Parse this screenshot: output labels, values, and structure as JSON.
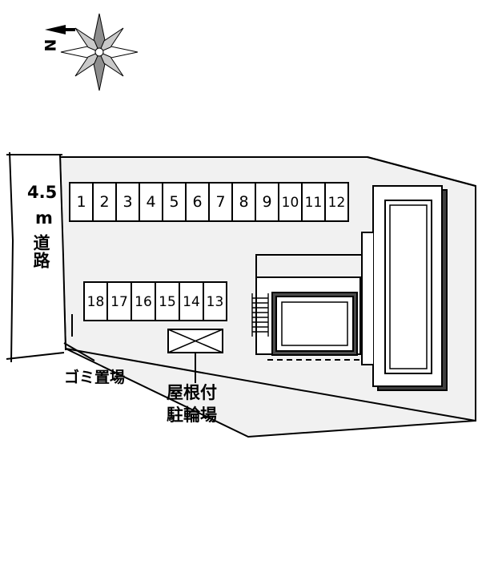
{
  "diagram": {
    "type": "property-site-plan",
    "title": "",
    "compass": {
      "name": "north-arrow",
      "label": "N",
      "rotation_deg": -90
    },
    "labels": {
      "road_width": "4.5",
      "road_unit": "m",
      "road_name": "道路",
      "trash_area": "ゴミ置場",
      "bike_parking_line1": "屋根付",
      "bike_parking_line2": "駐輪場"
    },
    "parking": {
      "top_row_label": "parking-row-top",
      "top_row": [
        "1",
        "2",
        "3",
        "4",
        "5",
        "6",
        "7",
        "8",
        "9",
        "10",
        "11",
        "12"
      ],
      "bottom_row_label": "parking-row-bottom",
      "bottom_row": [
        "18",
        "17",
        "16",
        "15",
        "14",
        "13"
      ]
    },
    "colors": {
      "ink": "#000000",
      "lot_fill": "#f0f0f0",
      "building_fill": "#ffffff",
      "building_inner_fill": "#ffffff",
      "shadow_fill": "#555555",
      "paper": "#ffffff"
    }
  }
}
